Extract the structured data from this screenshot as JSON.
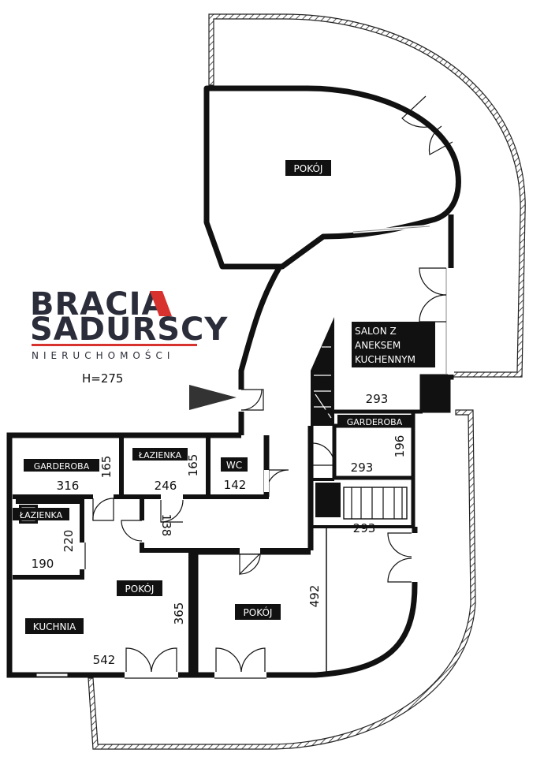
{
  "brand": {
    "line1": "BRACIA",
    "line2": "SADURSCY",
    "line3": "NIERUCHOMOŚCI",
    "accent_color": "#d8322f",
    "text_color": "#2b2d3a"
  },
  "height_label": "H=275",
  "rooms": {
    "pokoj_top": "POKÓJ",
    "salon_line1": "SALON Z",
    "salon_line2": "ANEKSEM",
    "salon_line3": "KUCHENNYM",
    "garderoba_right": "GARDEROBA",
    "garderoba_left": "GARDEROBA",
    "lazienka_mid": "ŁAZIENKA",
    "wc": "WC",
    "lazienka_left": "ŁAZIENKA",
    "pokoj_left": "POKÓJ",
    "kuchnia": "KUCHNIA",
    "pokoj_bottom": "POKÓJ"
  },
  "dimensions": {
    "d293_salon": "293",
    "d293_garderoba": "293",
    "d196": "196",
    "d293_lower": "293",
    "d316": "316",
    "d165_a": "165",
    "d246": "246",
    "d165_b": "165",
    "d142": "142",
    "d138": "138",
    "d220": "220",
    "d190": "190",
    "d365": "365",
    "d542": "542",
    "d492": "492"
  }
}
